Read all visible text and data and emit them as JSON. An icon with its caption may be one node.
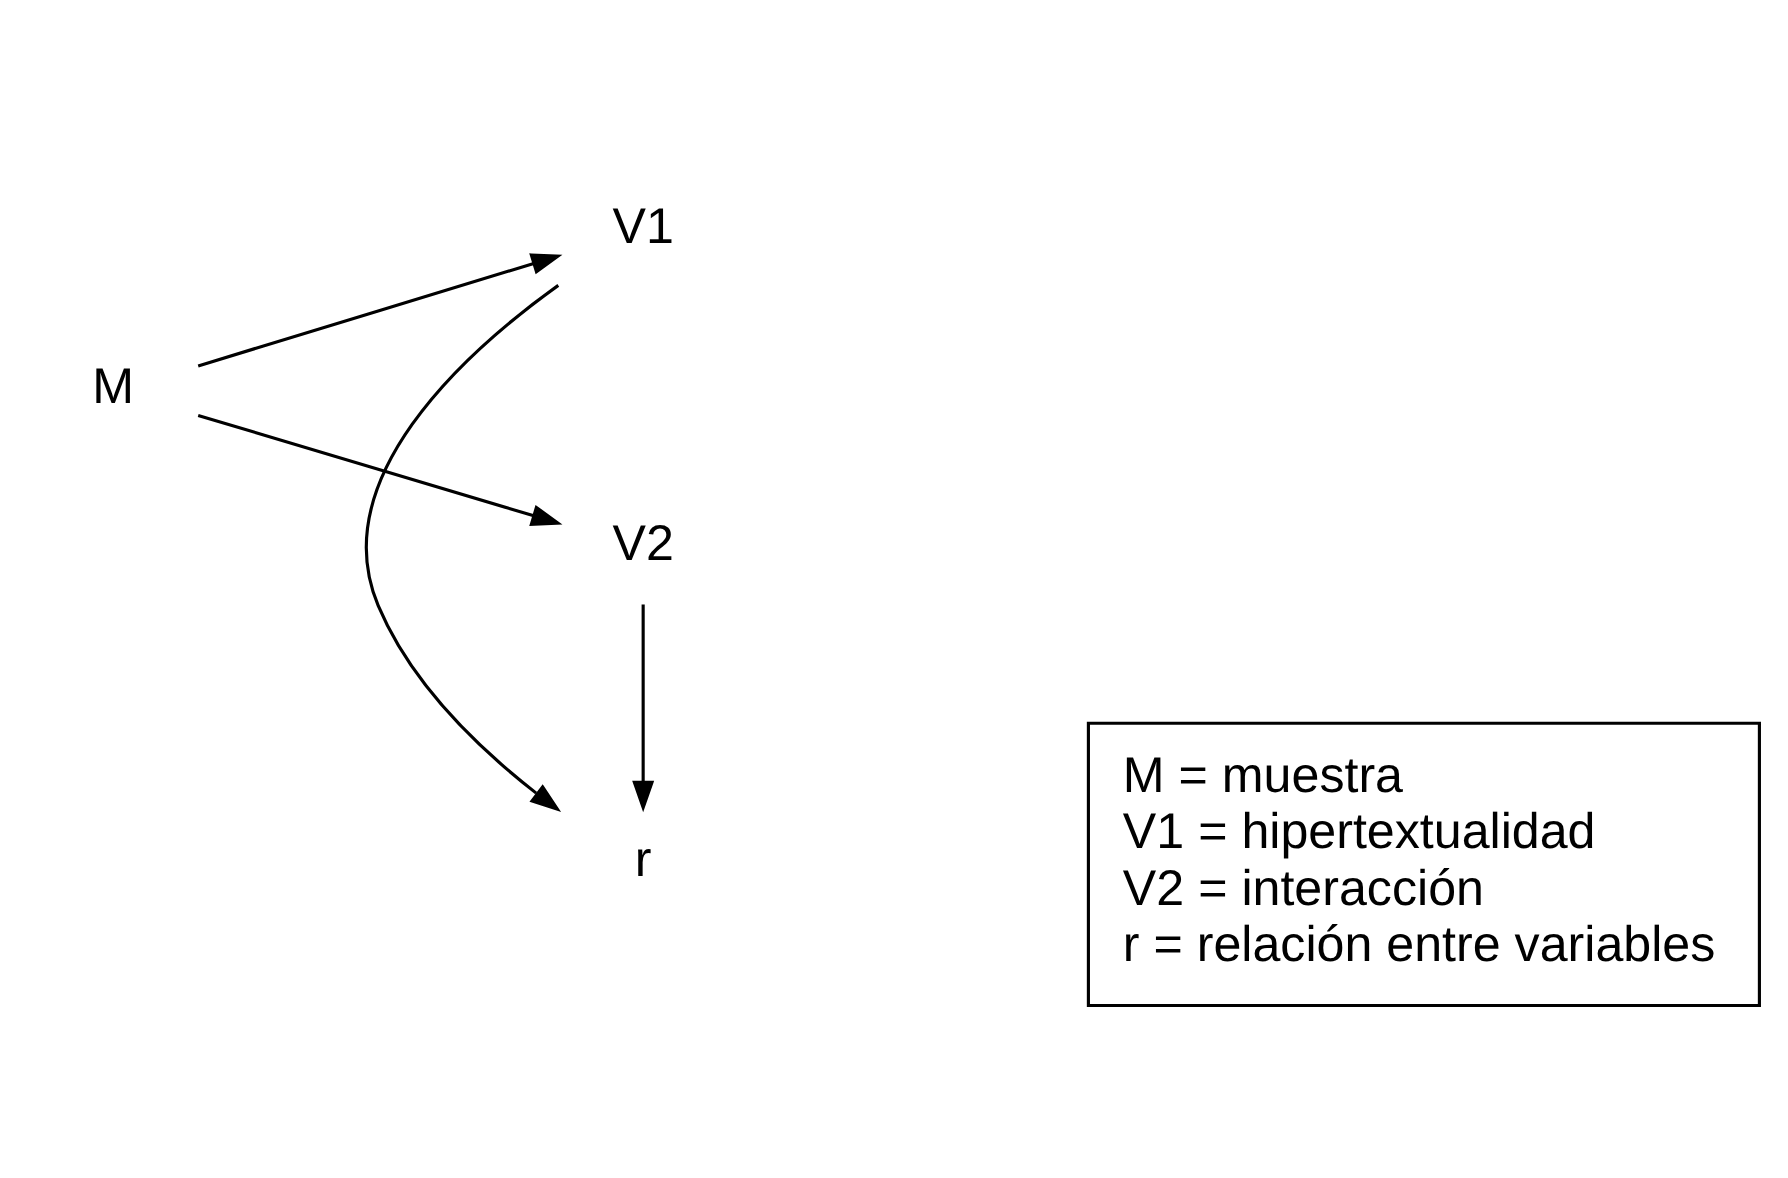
{
  "diagram": {
    "nodes": [
      {
        "text": [
          "V1"
        ]
      },
      {
        "text": [
          "M"
        ]
      },
      {
        "text": [
          "r"
        ]
      },
      {
        "text": [
          "V2"
        ]
      },
      {
        "text": [
          "M = muestra",
          "V1 = hipertextualidad",
          "V2 = interacción",
          "r = relación entre variables"
        ]
      }
    ],
    "edges": [
      {
        "from": 1,
        "to": 0,
        "arrow": "to"
      },
      {
        "from": 0,
        "to": 2,
        "arrow": "to"
      },
      {
        "from": 3,
        "to": 2,
        "arrow": "to"
      },
      {
        "from": 1,
        "to": 3,
        "arrow": "to"
      }
    ]
  }
}
